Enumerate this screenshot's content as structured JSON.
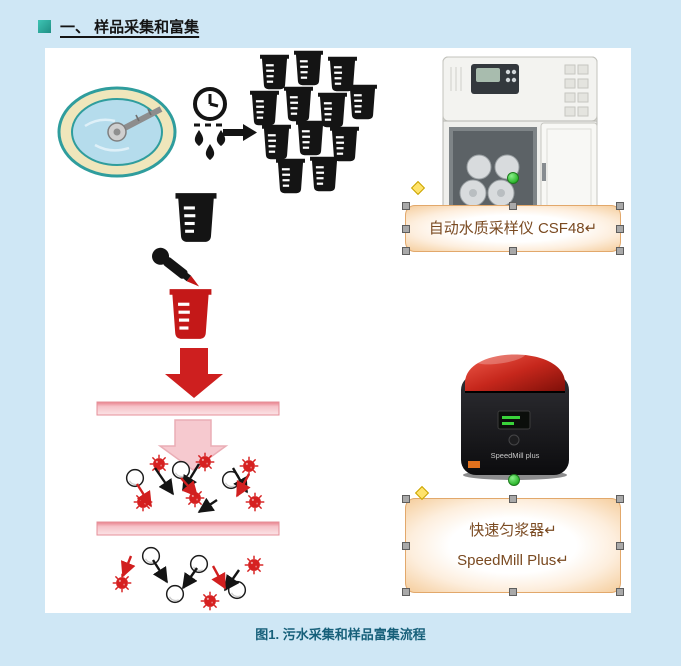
{
  "heading": {
    "text": "一、 样品采集和富集"
  },
  "panel": {
    "caption": "图1. 污水采集和样品富集流程"
  },
  "figure": {
    "sampler_label": "自动水质采样仪 CSF48↵",
    "homogenizer_label_line1": "快速匀浆器↵",
    "homogenizer_label_line2": "SpeedMill Plus↵",
    "device_label": "SpeedMill plus"
  },
  "colors": {
    "page_bg": "#cfe7f5",
    "panel_bg": "#ffffff",
    "bullet_teal": "#2aa79b",
    "accent_red": "#ce1f1f",
    "membrane_pink": "#f6c3c9",
    "callout_border": "#e2a86b",
    "callout_text": "#7a4a21",
    "handle_gray": "#a9a9a9",
    "rotation_green": "#2eb82e",
    "adjust_yellow": "#ffe36b",
    "caption_text": "#17607a"
  },
  "icons": {
    "section-bullet-icon": "teal-square",
    "sedimentation-tank-icon": "round-clarifier-tank",
    "clock-icon": "clock-face",
    "water-drop-icon": "teardrop",
    "beaker-icon": "lab-beaker-silhouette",
    "dropper-icon": "pipette-with-drop",
    "red-arrow-down-icon": "block-arrow",
    "pink-arrow-down-icon": "block-arrow",
    "virus-icon": "spiked-red-particle",
    "bead-icon": "white-sphere",
    "selection-handle": "gray-square",
    "rotation-handle": "green-dot",
    "adjust-handle": "yellow-diamond"
  }
}
